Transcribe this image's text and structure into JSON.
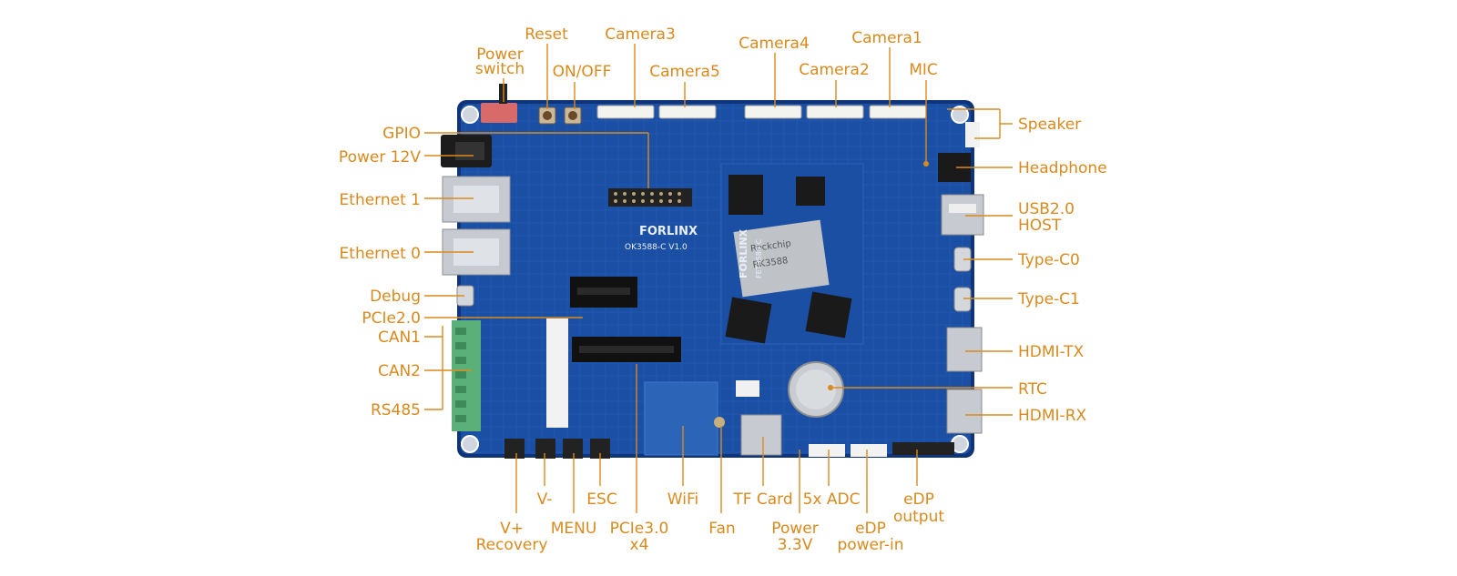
{
  "board": {
    "brand": "FORLINX",
    "model": "OK3588-C V1.0",
    "som_brand": "FORLINX",
    "som_model": "FET3588-C",
    "chip_brand": "Rockchip",
    "chip_model": "RK3588"
  },
  "labels": {
    "power_switch": "Power switch",
    "reset": "Reset",
    "on_off": "ON/OFF",
    "camera3": "Camera3",
    "camera5": "Camera5",
    "camera4": "Camera4",
    "camera2": "Camera2",
    "camera1": "Camera1",
    "mic": "MIC",
    "gpio": "GPIO",
    "power_12v": "Power 12V",
    "ethernet1": "Ethernet 1",
    "ethernet0": "Ethernet 0",
    "debug": "Debug",
    "pcie20": "PCIe2.0",
    "can1": "CAN1",
    "can2": "CAN2",
    "rs485": "RS485",
    "speaker": "Speaker",
    "headphone": "Headphone",
    "usb20_host_1": "USB2.0",
    "usb20_host_2": "HOST",
    "type_c0": "Type-C0",
    "type_c1": "Type-C1",
    "hdmi_tx": "HDMI-TX",
    "rtc": "RTC",
    "hdmi_rx": "HDMI-RX",
    "v_minus": "V-",
    "esc": "ESC",
    "wifi": "WiFi",
    "tf_card": "TF Card",
    "adc": "5x ADC",
    "edp_output_1": "eDP",
    "edp_output_2": "output",
    "v_plus_1": "V+",
    "v_plus_2": "Recovery",
    "menu": "MENU",
    "pcie30_1": "PCIe3.0",
    "pcie30_2": "x4",
    "fan": "Fan",
    "power33_1": "Power",
    "power33_2": "3.3V",
    "edp_power_1": "eDP",
    "edp_power_2": "power-in"
  },
  "colors": {
    "label": "#d98a1e",
    "pcb": "#1a4c9c",
    "pcb_dark": "#123a7c",
    "board_edge": "#0f3478"
  }
}
